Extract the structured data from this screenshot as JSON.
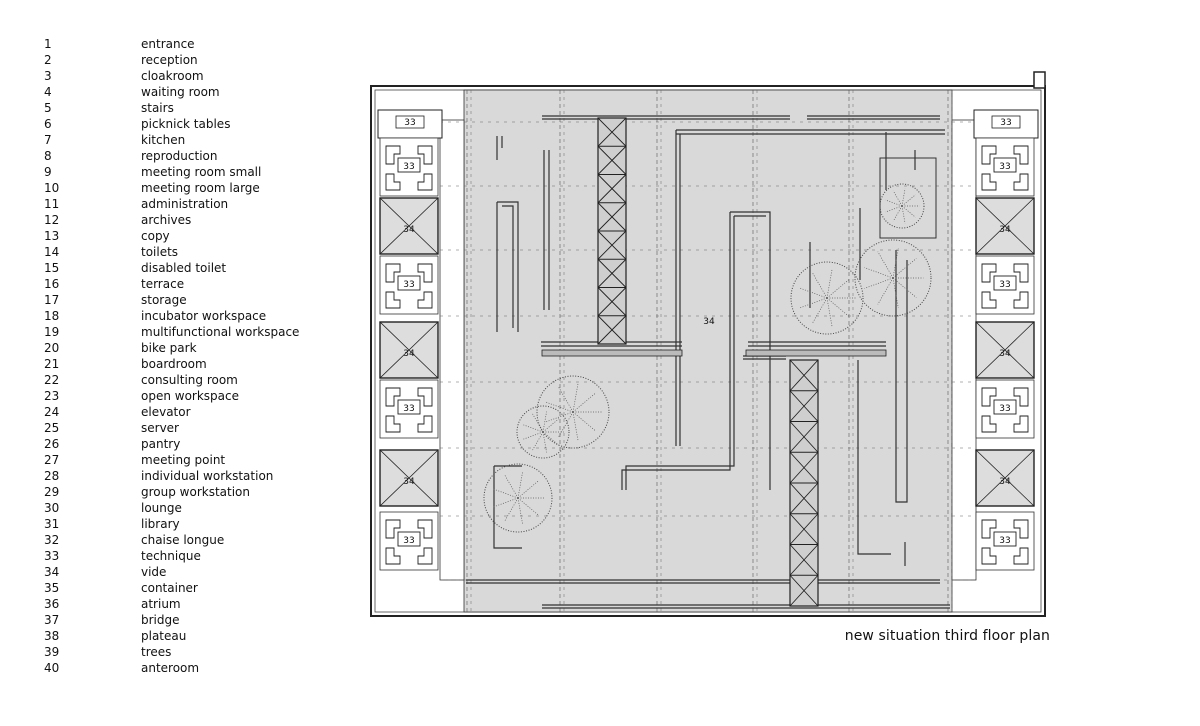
{
  "legend": [
    {
      "num": "1",
      "label": "entrance"
    },
    {
      "num": "2",
      "label": "reception"
    },
    {
      "num": "3",
      "label": "cloakroom"
    },
    {
      "num": "4",
      "label": "waiting room"
    },
    {
      "num": "5",
      "label": "stairs"
    },
    {
      "num": "6",
      "label": "picknick tables"
    },
    {
      "num": "7",
      "label": "kitchen"
    },
    {
      "num": "8",
      "label": "reproduction"
    },
    {
      "num": "9",
      "label": "meeting room small"
    },
    {
      "num": "10",
      "label": "meeting room large"
    },
    {
      "num": "11",
      "label": "administration"
    },
    {
      "num": "12",
      "label": "archives"
    },
    {
      "num": "13",
      "label": "copy"
    },
    {
      "num": "14",
      "label": "toilets"
    },
    {
      "num": "15",
      "label": "disabled toilet"
    },
    {
      "num": "16",
      "label": "terrace"
    },
    {
      "num": "17",
      "label": "storage"
    },
    {
      "num": "18",
      "label": "incubator workspace"
    },
    {
      "num": "19",
      "label": "multifunctional workspace"
    },
    {
      "num": "20",
      "label": "bike park"
    },
    {
      "num": "21",
      "label": "boardroom"
    },
    {
      "num": "22",
      "label": "consulting room"
    },
    {
      "num": "23",
      "label": "open workspace"
    },
    {
      "num": "24",
      "label": "elevator"
    },
    {
      "num": "25",
      "label": "server"
    },
    {
      "num": "26",
      "label": "pantry"
    },
    {
      "num": "27",
      "label": "meeting point"
    },
    {
      "num": "28",
      "label": "individual workstation"
    },
    {
      "num": "29",
      "label": "group workstation"
    },
    {
      "num": "30",
      "label": "lounge"
    },
    {
      "num": "31",
      "label": "library"
    },
    {
      "num": "32",
      "label": "chaise longue"
    },
    {
      "num": "33",
      "label": "technique"
    },
    {
      "num": "34",
      "label": "vide"
    },
    {
      "num": "35",
      "label": "container"
    },
    {
      "num": "36",
      "label": "atrium"
    },
    {
      "num": "37",
      "label": "bridge"
    },
    {
      "num": "38",
      "label": "plateau"
    },
    {
      "num": "39",
      "label": "trees"
    },
    {
      "num": "40",
      "label": "anteroom"
    }
  ],
  "plan": {
    "caption": "new situation third floor plan",
    "center_label": "34",
    "technique_label": "33",
    "vide_label": "34"
  },
  "colors": {
    "void_fill": "#d9d9d9",
    "line": "#222222",
    "paper": "#ffffff"
  }
}
